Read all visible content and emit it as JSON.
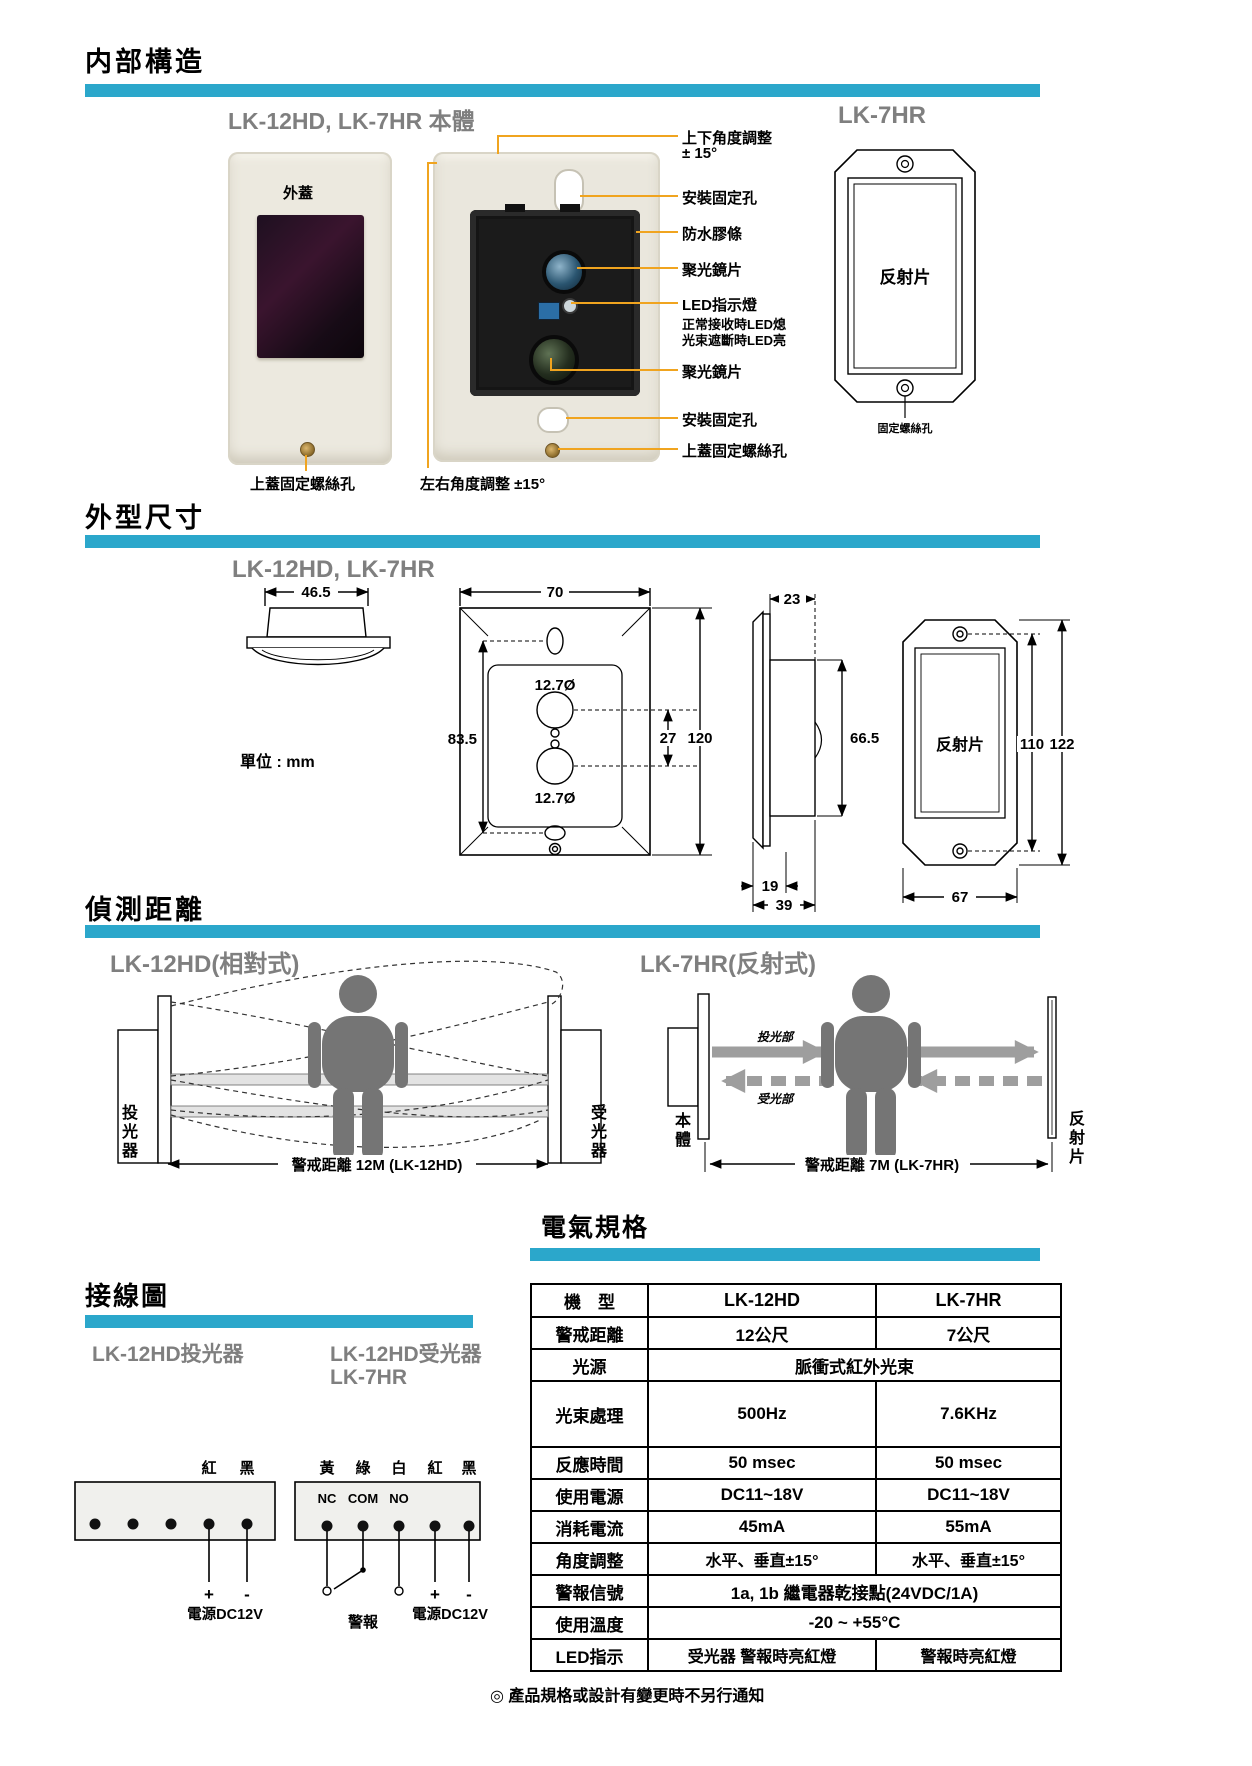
{
  "colors": {
    "accent_teal": "#2BA7CB",
    "callout_orange": "#F0A41F",
    "subtitle_gray": "#7F7F7F"
  },
  "internal": {
    "title": "内部構造",
    "subtitle": "LK-12HD, LK-7HR 本體",
    "right_title": "LK-7HR",
    "cover_label": "外蓋",
    "callouts": [
      "上下角度調整",
      "± 15°",
      "安裝固定孔",
      "防水膠條",
      "聚光鏡片",
      "LED指示燈",
      "正常接收時LED熄",
      "光束遮斷時LED亮",
      "聚光鏡片",
      "安裝固定孔",
      "上蓋固定螺絲孔"
    ],
    "reflector_label": "反射片",
    "reflector_hole": "固定螺絲孔",
    "caption_left": "上蓋固定螺絲孔",
    "caption_right": "左右角度調整 ±15°"
  },
  "dims": {
    "title": "外型尺寸",
    "subtitle": "LK-12HD, LK-7HR",
    "unit": "單位 : mm",
    "d465": "46.5",
    "d70": "70",
    "d835": "83.5",
    "hole": "12.7Ø",
    "d27": "27",
    "d120": "120",
    "d23": "23",
    "d665": "66.5",
    "d19": "19",
    "d39": "39",
    "refl": "反射片",
    "d110": "110",
    "d122": "122",
    "d67": "67"
  },
  "detect": {
    "title": "偵測距離",
    "left_title": "LK-12HD(相對式)",
    "tx": "投光器",
    "rx": "受光器",
    "left_range": "警戒距離 12M (LK-12HD)",
    "right_title": "LK-7HR(反射式)",
    "body": "本體",
    "refl": "反射片",
    "tx_part": "投光部",
    "rx_part": "受光部",
    "right_range": "警戒距離 7M (LK-7HR)"
  },
  "specs": {
    "title": "電氣規格",
    "header": [
      "機　型",
      "LK-12HD",
      "LK-7HR"
    ],
    "rows": [
      {
        "label": "警戒距離",
        "v1": "12公尺",
        "v2": "7公尺"
      },
      {
        "label": "光源",
        "span": "脈衝式紅外光束"
      },
      {
        "label": "光束處理",
        "v1": "500Hz",
        "v2": "7.6KHz"
      },
      {
        "label": "反應時間",
        "v1": "50 msec",
        "v2": "50 msec"
      },
      {
        "label": "使用電源",
        "v1": "DC11~18V",
        "v2": "DC11~18V"
      },
      {
        "label": "消耗電流",
        "v1": "45mA",
        "v2": "55mA"
      },
      {
        "label": "角度調整",
        "v1": "水平、垂直±15°",
        "v2": "水平、垂直±15°"
      },
      {
        "label": "警報信號",
        "span": "1a, 1b 繼電器乾接點(24VDC/1A)"
      },
      {
        "label": "使用溫度",
        "span": "-20 ~ +55°C"
      },
      {
        "label": "LED指示",
        "v1": "受光器 警報時亮紅燈",
        "v2": "警報時亮紅燈"
      }
    ],
    "note": "◎ 產品規格或設計有變更時不另行通知"
  },
  "wiring": {
    "title": "接線圖",
    "left_device": "LK-12HD投光器",
    "right_device1": "LK-12HD受光器",
    "right_device2": "LK-7HR",
    "left_wires": [
      "紅",
      "黑"
    ],
    "right_wires": [
      "黃",
      "綠",
      "白",
      "紅",
      "黑"
    ],
    "relay": [
      "NC",
      "COM",
      "NO"
    ],
    "plus": "+",
    "minus": "-",
    "power": "電源DC12V",
    "alarm": "警報"
  }
}
